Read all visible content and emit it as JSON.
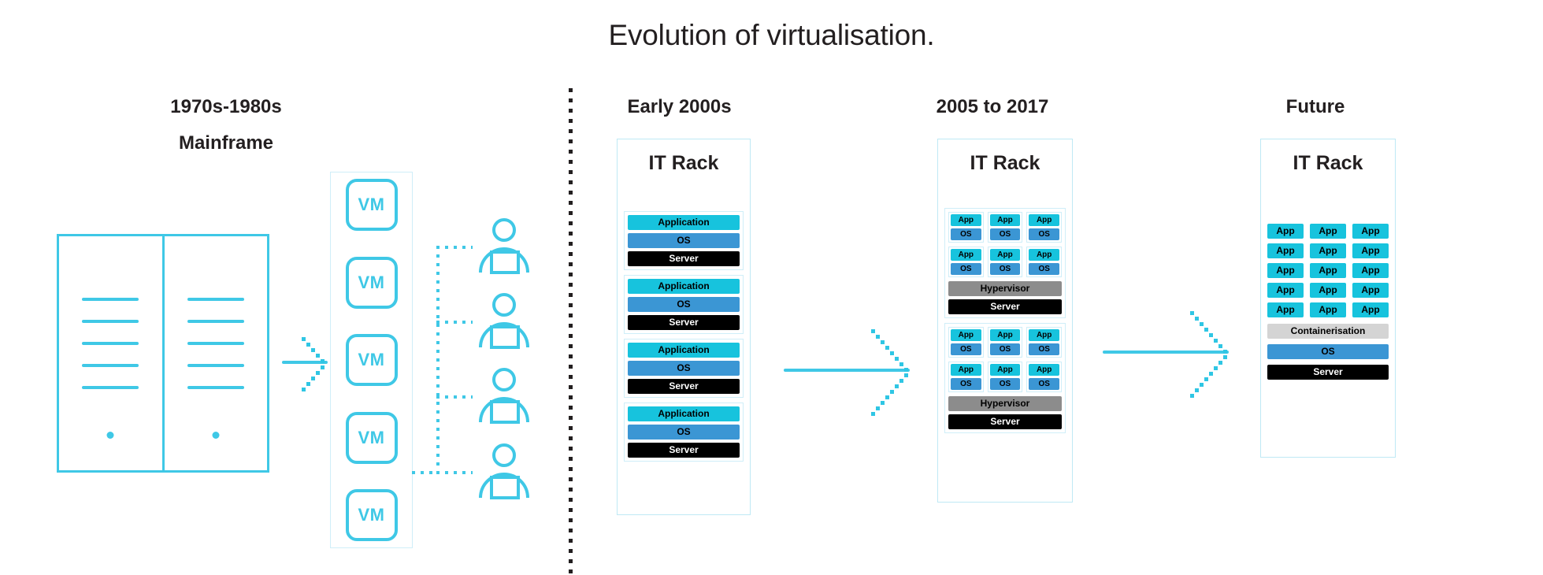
{
  "title": "Evolution of virtualisation.",
  "eras": {
    "mainframe": {
      "heading": "1970s-1980s",
      "subheading": "Mainframe"
    },
    "early2000s": {
      "heading": "Early 2000s"
    },
    "y2005_2017": {
      "heading": "2005 to 2017"
    },
    "future": {
      "heading": "Future"
    }
  },
  "vm_labels": [
    "VM",
    "VM",
    "VM",
    "VM",
    "VM"
  ],
  "rack_title": "IT Rack",
  "labels": {
    "application": "Application",
    "os": "OS",
    "server": "Server",
    "app": "App",
    "hypervisor": "Hypervisor",
    "containerisation": "Containerisation"
  },
  "early2000s_rack": {
    "title": "IT Rack",
    "units": [
      {
        "rows": [
          "Application",
          "OS",
          "Server"
        ]
      },
      {
        "rows": [
          "Application",
          "OS",
          "Server"
        ]
      },
      {
        "rows": [
          "Application",
          "OS",
          "Server"
        ]
      },
      {
        "rows": [
          "Application",
          "OS",
          "Server"
        ]
      }
    ]
  },
  "y2005_rack": {
    "title": "IT Rack",
    "units": [
      {
        "tiles": [
          [
            "App",
            "OS"
          ],
          [
            "App",
            "OS"
          ],
          [
            "App",
            "OS"
          ],
          [
            "App",
            "OS"
          ],
          [
            "App",
            "OS"
          ],
          [
            "App",
            "OS"
          ]
        ],
        "hypervisor": "Hypervisor",
        "server": "Server"
      },
      {
        "tiles": [
          [
            "App",
            "OS"
          ],
          [
            "App",
            "OS"
          ],
          [
            "App",
            "OS"
          ],
          [
            "App",
            "OS"
          ],
          [
            "App",
            "OS"
          ],
          [
            "App",
            "OS"
          ]
        ],
        "hypervisor": "Hypervisor",
        "server": "Server"
      }
    ]
  },
  "future_rack": {
    "title": "IT Rack",
    "apps": [
      "App",
      "App",
      "App",
      "App",
      "App",
      "App",
      "App",
      "App",
      "App",
      "App",
      "App",
      "App",
      "App",
      "App",
      "App"
    ],
    "containerisation": "Containerisation",
    "os": "OS",
    "server": "Server"
  },
  "colors": {
    "cyan": "#3fc8e6",
    "app": "#17c3dd",
    "os": "#3b96d4",
    "server": "#000000",
    "hypervisor": "#8c8c8c",
    "containerisation": "#d4d4d4",
    "text": "#231f20"
  }
}
